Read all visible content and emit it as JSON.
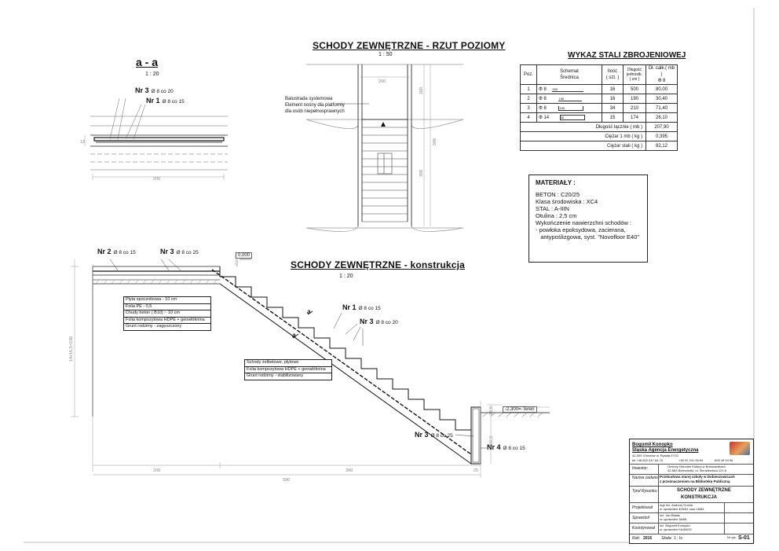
{
  "plan_view": {
    "title": "SCHODY ZEWNĘTRZNE - RZUT POZIOMY",
    "scale": "1 : 50",
    "annotation": [
      "Balustrada systemowa",
      "Element nośny dla platformy",
      "dla osób niepełnosprawnych"
    ],
    "dim_width": "200",
    "dim_top": "200",
    "dim_total": "590",
    "dim_flight": "390"
  },
  "section_aa": {
    "title": "a - a",
    "scale": "1 : 20",
    "bar_nr3": "Nr 3",
    "bar_nr3_spec": "Ø 8 co 20",
    "bar_nr1": "Nr 1",
    "bar_nr1_spec": "Ø 8 co 15",
    "dim_thickness": "12",
    "dim_width": "200"
  },
  "steel_schedule": {
    "title": "WYKAZ STALI ZBROJENIOWEJ",
    "headers": {
      "poz": "Poz.",
      "schemat": "Schemat",
      "srednica": "Średnica",
      "ilosc": "Ilość",
      "ilosc_unit": "( szt. )",
      "dlugosc": "Długość",
      "dlugosc2": "jednostk.",
      "dlugosc_unit": "( cm )",
      "dl_calk": "Dł. całk.( mb )",
      "phi": "Φ 8"
    },
    "rows": [
      {
        "poz": "1",
        "dia": "Φ 8",
        "shape": "500",
        "qty": "16",
        "len": "500",
        "total": "80,00"
      },
      {
        "poz": "2",
        "dia": "Φ 8",
        "shape": "190",
        "qty": "16",
        "len": "190",
        "total": "30,40"
      },
      {
        "poz": "3",
        "dia": "Φ 8",
        "shape": "190",
        "qty": "34",
        "len": "210",
        "total": "71,40"
      },
      {
        "poz": "4",
        "dia": "Φ 14",
        "shape": "30",
        "qty": "15",
        "len": "174",
        "total": "26,10"
      }
    ],
    "summary": [
      {
        "label": "Długość łącznie  ( mb )",
        "value": "207,90"
      },
      {
        "label": "Ciężar 1 mb  ( kg )",
        "value": "0,395"
      },
      {
        "label": "Ciężar stali  ( kg )",
        "value": "82,12"
      }
    ]
  },
  "materials": {
    "title": "MATERIAŁY :",
    "lines": [
      "BETON :  C20/25",
      "Klasa środowiska : XC4",
      "STAL :  A-IIIN",
      "Otulina : 2,5 cm",
      "Wykończenie nawierzchni schodów :",
      "-  powłoka epoksydowa, zacierana,",
      "   antypoślizgowa, syst. \"Novofloor E40\""
    ]
  },
  "construction": {
    "title": "SCHODY  ZEWNĘTRZNE - konstrukcja",
    "scale": "1 : 20",
    "level_top": "0,000",
    "level_bottom": "-2,300=-Teren",
    "bars": [
      {
        "nr": "Nr 2",
        "spec": "Ø 8 co 15"
      },
      {
        "nr": "Nr 3",
        "spec": "Ø 8 co 25"
      },
      {
        "nr": "Nr 1",
        "spec": "Ø 8 co 15"
      },
      {
        "nr": "Nr 3",
        "spec": "Ø 8 co 20"
      },
      {
        "nr": "Nr 3",
        "spec": "Ø 8 co 25"
      },
      {
        "nr": "Nr 4",
        "spec": "Ø 8 co 15"
      }
    ],
    "platform_layers": [
      "Płyta spocznikowa - 10 cm",
      "Folia PE - 0,5",
      "Chudy beton ( B10) ~ 10 cm",
      "Folia kompozytowa HDPE + geowłóknina",
      "Grunt rodzimy - zagęszczony"
    ],
    "stair_layers": [
      "Schody żelbetowe, płytowe",
      "Folia kompozytowa HDPE + geowłóknina",
      "Grunt rodzimy - stabilizowany"
    ],
    "section_marks": [
      "a",
      "a"
    ],
    "dim_height": "14x16,5=230",
    "dim_left": "200",
    "dim_run": "390",
    "dim_total": "590",
    "dim_foot1": "26,5",
    "dim_foot2": "112,5",
    "dim_foot3": "25"
  },
  "title_block": {
    "company_name": "Bogumił Konopko",
    "company_sub": "Śląska Agencja Energetyczna",
    "address": "41-300 Chorzów ul. Rysala 07/21",
    "phones": [
      "tel.+48 602.247.64.75",
      "+48 32 241 95 64",
      "605 49 94 96"
    ],
    "inwestor_label": "Inwestor:",
    "inwestor": [
      "Gminny Ośrodek Kultury w Bobrownikach",
      "42-583 Bobrowniki, ul. Sienkiewicza 121 A"
    ],
    "nazwa_label": "Nazwa zadania:",
    "nazwa": [
      "Przebudowa starej szkoły w Dobieszowicach",
      "z przeznaczeniem na Bibliotekę Publiczną"
    ],
    "tytul_label": "Tytuł Rysunku:",
    "tytul": [
      "SCHODY ZEWNĘTRZNE",
      "KONSTRUKCJA"
    ],
    "projektowal_label": "Projektował",
    "projektowal": [
      "mgr inż. Andrzej Trocha",
      "nr uprawnień 409/81 oraz 18/84"
    ],
    "sprawdzil_label": "Sprawdził",
    "sprawdzil": [
      "inż. Jan Bialas",
      "nr uprawnień 38/66"
    ],
    "koordynowal_label": "Koordynował",
    "koordynowal": [
      "inż. Bogumił Konopko",
      "nr uprawnień KA/84/92"
    ],
    "rok_label": "Rok:",
    "rok": "2016",
    "skala_label": "Skala:",
    "skala": "1 : Is",
    "nr_label": "Nr rys.",
    "nr": "S-01"
  }
}
